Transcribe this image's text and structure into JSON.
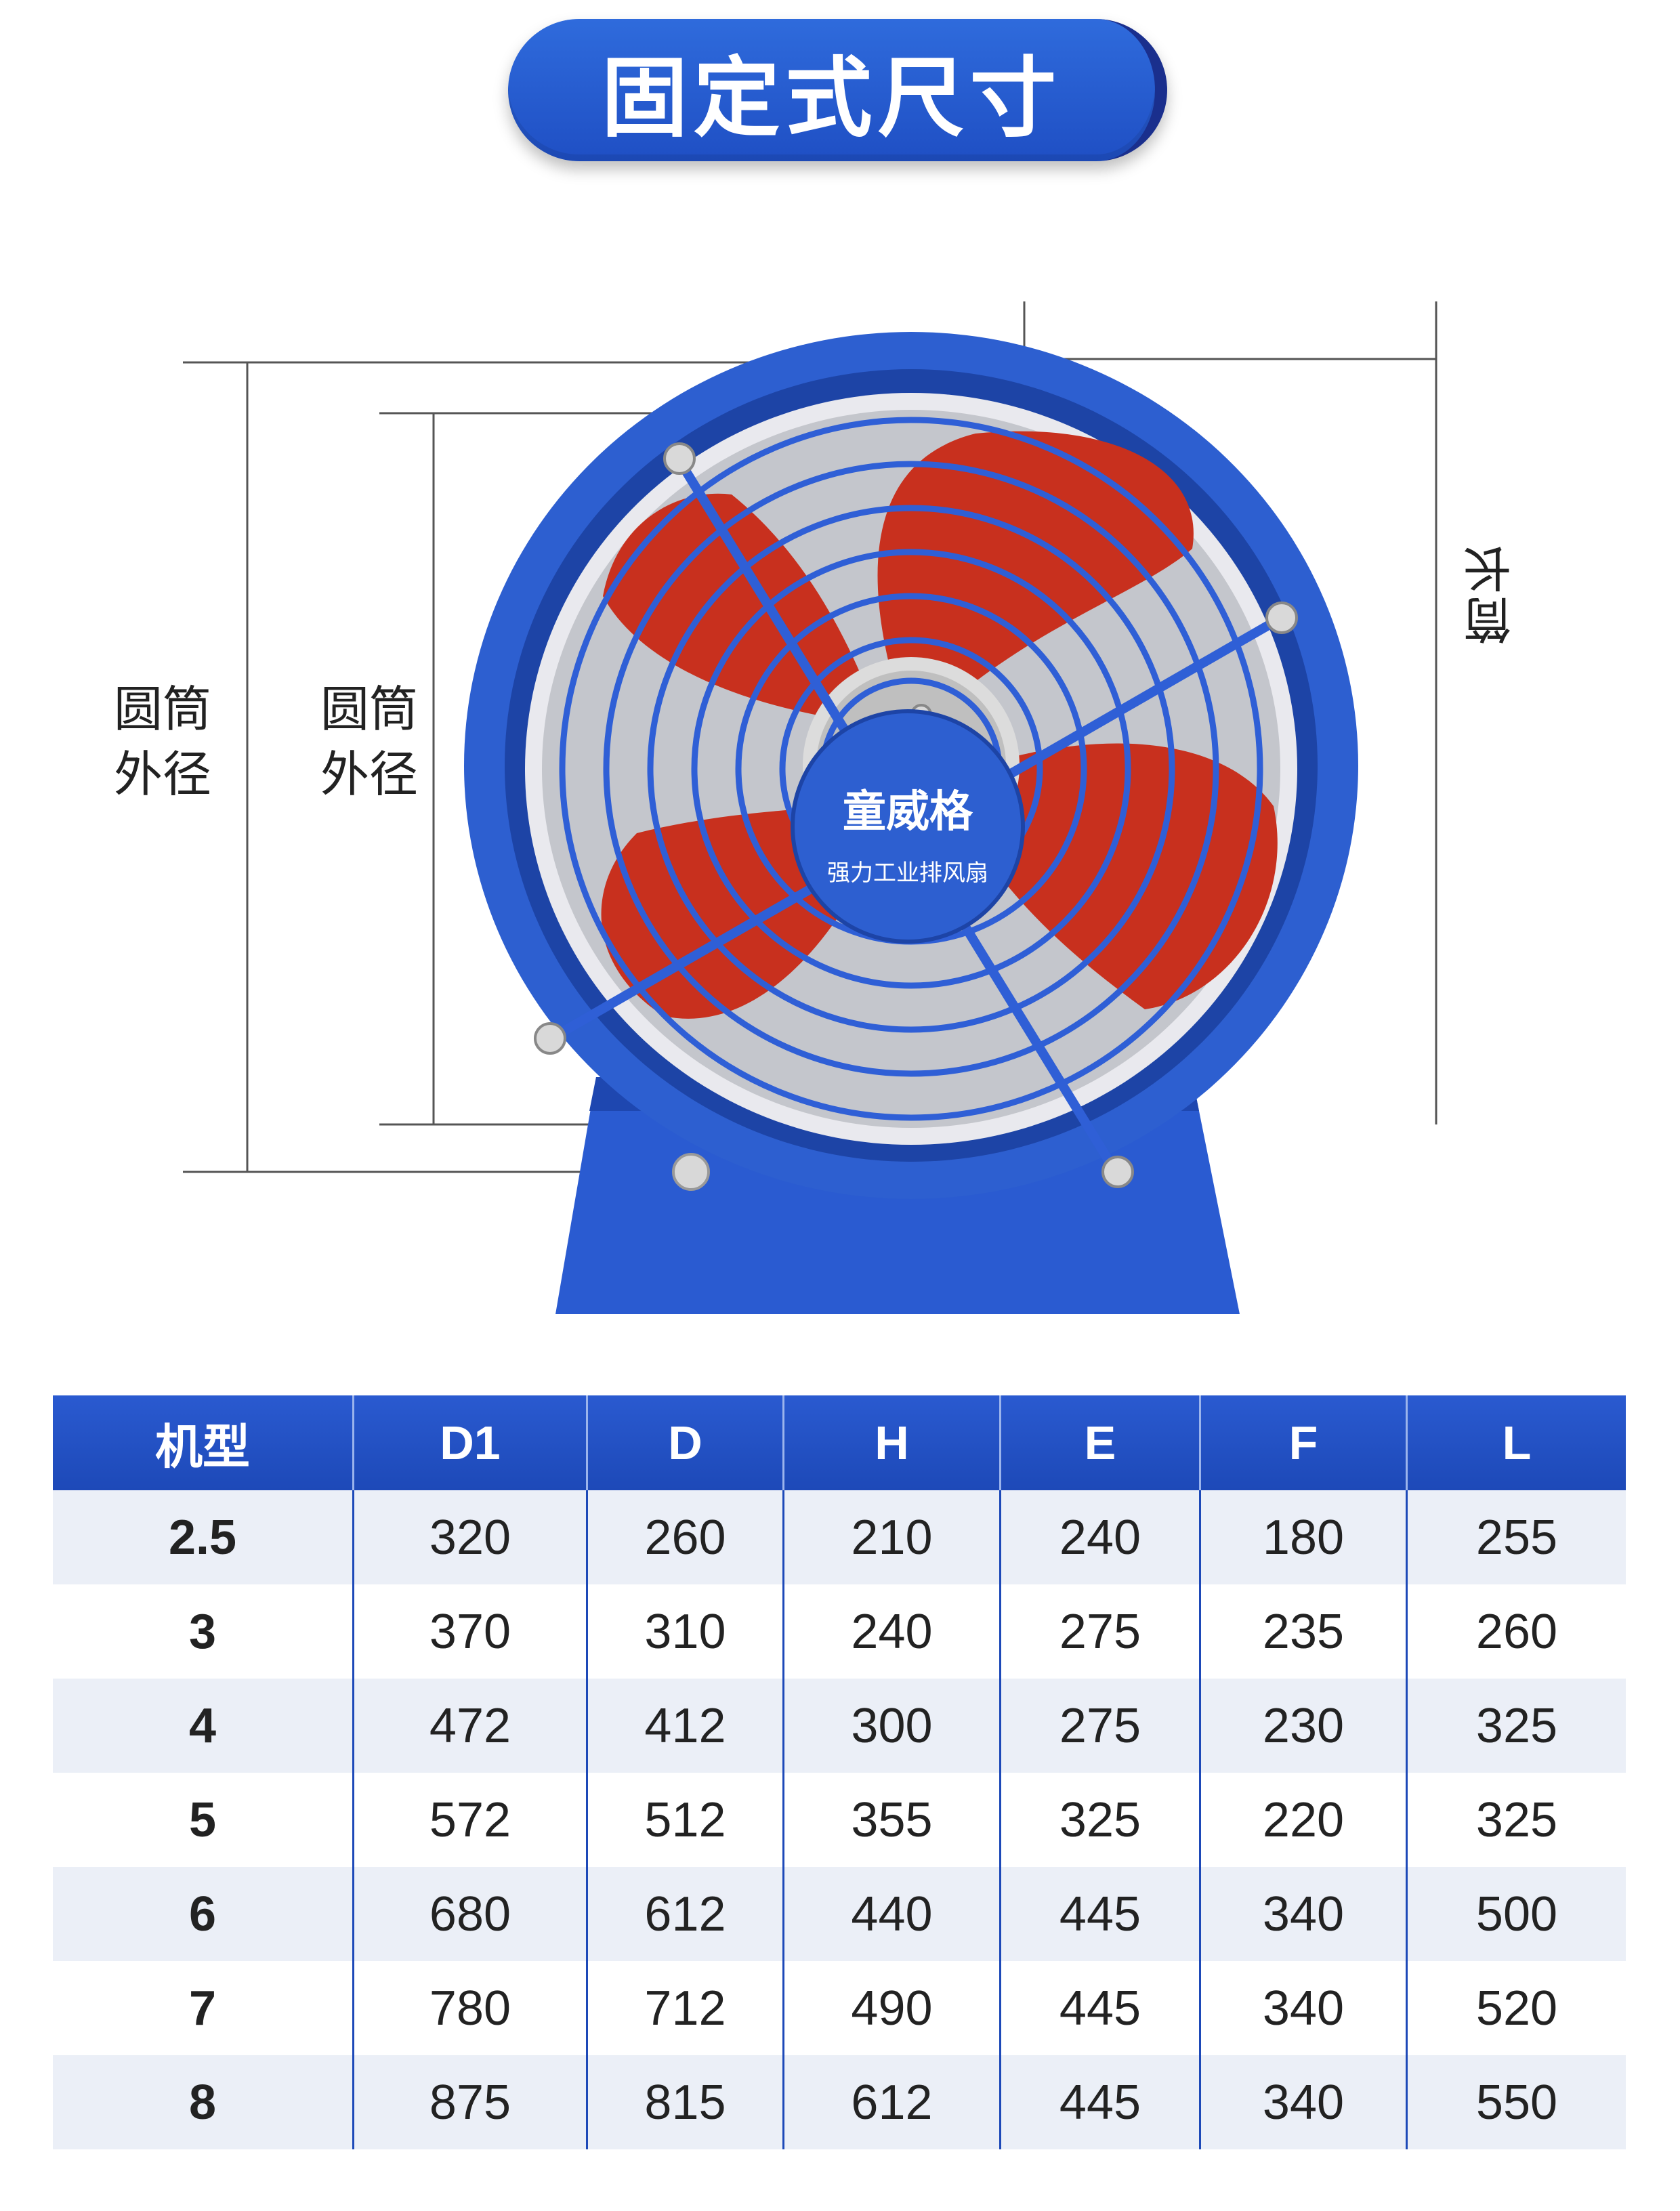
{
  "title": "固定式尺寸",
  "labels": {
    "outer_diameter_1": "圆筒\n外径",
    "outer_diameter_2": "圆筒\n外径",
    "length": "筒长"
  },
  "badge": {
    "brand": "童威格",
    "subtitle": "强力工业排风扇"
  },
  "colors": {
    "header_blue": "#1f4fc4",
    "fan_blue": "#2d5fd0",
    "blade_red": "#c8301e",
    "stripe": "#ebeff7"
  },
  "table": {
    "headers": [
      "机型",
      "D1",
      "D",
      "H",
      "E",
      "F",
      "L"
    ],
    "rows": [
      [
        "2.5",
        "320",
        "260",
        "210",
        "240",
        "180",
        "255"
      ],
      [
        "3",
        "370",
        "310",
        "240",
        "275",
        "235",
        "260"
      ],
      [
        "4",
        "472",
        "412",
        "300",
        "275",
        "230",
        "325"
      ],
      [
        "5",
        "572",
        "512",
        "355",
        "325",
        "220",
        "325"
      ],
      [
        "6",
        "680",
        "612",
        "440",
        "445",
        "340",
        "500"
      ],
      [
        "7",
        "780",
        "712",
        "490",
        "445",
        "340",
        "520"
      ],
      [
        "8",
        "875",
        "815",
        "612",
        "445",
        "340",
        "550"
      ]
    ]
  }
}
